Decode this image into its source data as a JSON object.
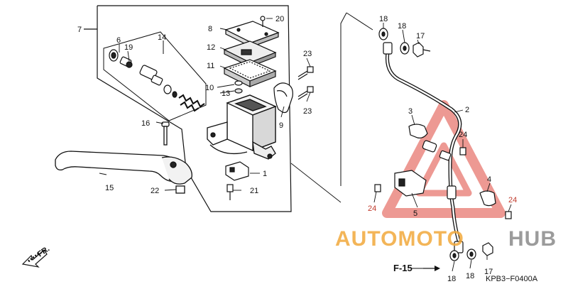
{
  "callouts": {
    "n1": "1",
    "n2": "2",
    "n3": "3",
    "n4": "4",
    "n5": "5",
    "n6": "6",
    "n7": "7",
    "n8": "8",
    "n9": "9",
    "n10": "10",
    "n11": "11",
    "n12": "12",
    "n13": "13",
    "n14": "14",
    "n15": "15",
    "n16": "16",
    "n17a": "17",
    "n17b": "17",
    "n18a": "18",
    "n18b": "18",
    "n18c": "18",
    "n18d": "18",
    "n19": "19",
    "n20": "20",
    "n21": "21",
    "n22": "22",
    "n23a": "23",
    "n23b": "23",
    "n24a": "24",
    "n24b": "24",
    "n24c": "24"
  },
  "labels": {
    "front_direction": "FR.",
    "section_ref": "F-15",
    "diagram_code": "KPB3−F0400A"
  },
  "watermark": {
    "text_orange": "AUTOMOTO",
    "text_gray": "HUB",
    "orange": "#f2a93b",
    "gray": "#8a8a8a",
    "red": "#e0473c"
  }
}
